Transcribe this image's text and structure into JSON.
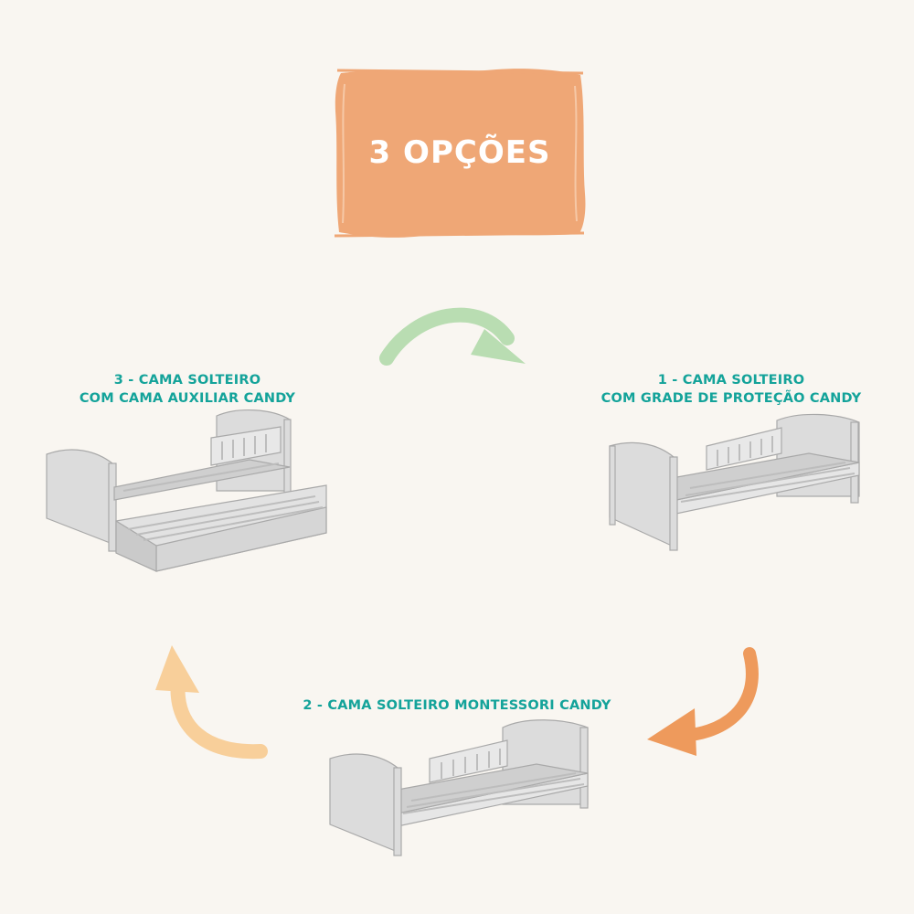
{
  "banner": {
    "title": "3 OPÇÕES"
  },
  "options": [
    {
      "line1": "1 - CAMA SOLTEIRO",
      "line2": "COM GRADE DE PROTEÇÃO CANDY"
    },
    {
      "line1": "2 - CAMA SOLTEIRO MONTESSORI CANDY"
    },
    {
      "line1": "3 - CAMA SOLTEIRO",
      "line2": "COM CAMA AUXILIAR CANDY"
    }
  ],
  "colors": {
    "background": "#f9f6f1",
    "banner": "#efa776",
    "label_text": "#14a39a",
    "bed": "#d9d9d9",
    "arrow_green": "#b9ddb2",
    "arrow_orange": "#ee9a5c",
    "arrow_peach": "#f8cf9a"
  }
}
